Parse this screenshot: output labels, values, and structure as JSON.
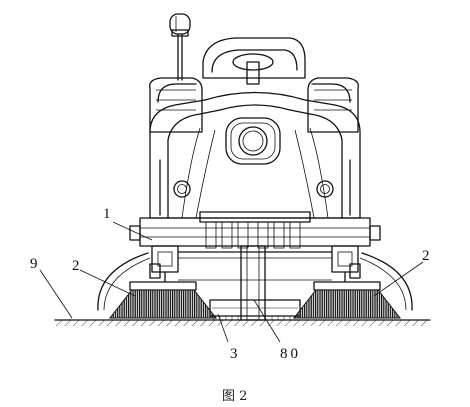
{
  "figure": {
    "labels": {
      "l1": "1",
      "l2_left": "2",
      "l2_right": "2",
      "l3": "3",
      "l9": "9",
      "l80": "80"
    },
    "caption": "图 2"
  },
  "colors": {
    "ink": "#111111",
    "paper": "#ffffff"
  }
}
